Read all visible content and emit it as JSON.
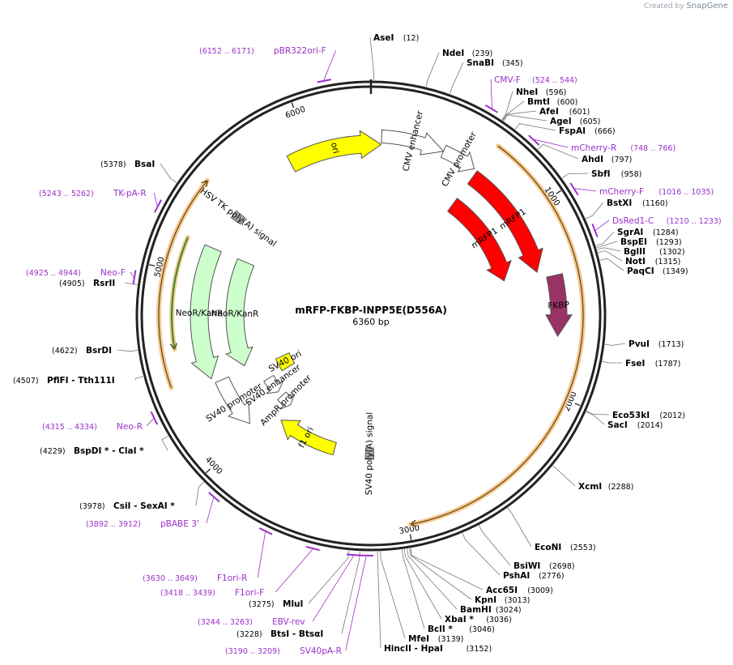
{
  "credit": {
    "prefix": "Created by",
    "brand": "SnapGene"
  },
  "plasmid": {
    "name": "mRFP-FKBP-INPP5E(D556A)",
    "length_label": "6360 bp",
    "length": 6360
  },
  "ticks": [
    {
      "bp": 1000,
      "label": "1000"
    },
    {
      "bp": 2000,
      "label": "2000"
    },
    {
      "bp": 3000,
      "label": "3000"
    },
    {
      "bp": 4000,
      "label": "4000"
    },
    {
      "bp": 5000,
      "label": "5000"
    },
    {
      "bp": 6000,
      "label": "6000"
    }
  ],
  "sites": [
    {
      "name": "AseI",
      "pos": "(12)",
      "bp": 12
    },
    {
      "name": "NdeI",
      "pos": "(239)",
      "bp": 239
    },
    {
      "name": "SnaBI",
      "pos": "(345)",
      "bp": 345
    },
    {
      "name": "NheI",
      "pos": "(596)",
      "bp": 596
    },
    {
      "name": "BmtI",
      "pos": "(600)",
      "bp": 600
    },
    {
      "name": "AfeI",
      "pos": "(601)",
      "bp": 601
    },
    {
      "name": "AgeI",
      "pos": "(605)",
      "bp": 605
    },
    {
      "name": "FspAI",
      "pos": "(666)",
      "bp": 666
    },
    {
      "name": "AhdI",
      "pos": "(797)",
      "bp": 797
    },
    {
      "name": "SbfI",
      "pos": "(958)",
      "bp": 958
    },
    {
      "name": "BstXI",
      "pos": "(1160)",
      "bp": 1160
    },
    {
      "name": "SgrAI",
      "pos": "(1284)",
      "bp": 1284
    },
    {
      "name": "BspEI",
      "pos": "(1293)",
      "bp": 1293
    },
    {
      "name": "BglII",
      "pos": "(1302)",
      "bp": 1302
    },
    {
      "name": "NotI",
      "pos": "(1315)",
      "bp": 1315
    },
    {
      "name": "PaqCI",
      "pos": "(1349)",
      "bp": 1349
    },
    {
      "name": "PvuI",
      "pos": "(1713)",
      "bp": 1713
    },
    {
      "name": "FseI",
      "pos": "(1787)",
      "bp": 1787
    },
    {
      "name": "Eco53kI",
      "pos": "(2012)",
      "bp": 2012
    },
    {
      "name": "SacI",
      "pos": "(2014)",
      "bp": 2014
    },
    {
      "name": "XcmI",
      "pos": "(2288)",
      "bp": 2288
    },
    {
      "name": "EcoNI",
      "pos": "(2553)",
      "bp": 2553
    },
    {
      "name": "BsiWI",
      "pos": "(2698)",
      "bp": 2698
    },
    {
      "name": "PshAI",
      "pos": "(2776)",
      "bp": 2776
    },
    {
      "name": "Acc65I",
      "pos": "(3009)",
      "bp": 3009
    },
    {
      "name": "KpnI",
      "pos": "(3013)",
      "bp": 3013
    },
    {
      "name": "BamHI",
      "pos": "(3024)",
      "bp": 3024
    },
    {
      "name": "XbaI *",
      "pos": "(3036)",
      "bp": 3036
    },
    {
      "name": "BclI *",
      "pos": "(3046)",
      "bp": 3046
    },
    {
      "name": "MfeI",
      "pos": "(3139)",
      "bp": 3139
    },
    {
      "name": "HincII - HpaI",
      "pos": "(3152)",
      "bp": 3152
    },
    {
      "name": "BtsI - BtsαI",
      "pos": "(3228)",
      "bp": 3228
    },
    {
      "name": "MluI",
      "pos": "(3275)",
      "bp": 3275
    },
    {
      "name": "CsiI - SexAI *",
      "pos": "(3978)",
      "bp": 3978
    },
    {
      "name": "BspDI * - ClaI *",
      "pos": "(4229)",
      "bp": 4229
    },
    {
      "name": "PflFI - Tth111I",
      "pos": "(4507)",
      "bp": 4507
    },
    {
      "name": "BsrDI",
      "pos": "(4622)",
      "bp": 4622
    },
    {
      "name": "RsrII",
      "pos": "(4905)",
      "bp": 4905
    },
    {
      "name": "BsaI",
      "pos": "(5378)",
      "bp": 5378
    }
  ],
  "primers": [
    {
      "name": "pBR322ori-F",
      "pos": "(6152 .. 6171)",
      "bp": 6161
    },
    {
      "name": "CMV-F",
      "pos": "(524 .. 544)",
      "bp": 534
    },
    {
      "name": "mCherry-R",
      "pos": "(748 .. 766)",
      "bp": 757
    },
    {
      "name": "mCherry-F",
      "pos": "(1016 .. 1035)",
      "bp": 1025
    },
    {
      "name": "DsRed1-C",
      "pos": "(1210 .. 1233)",
      "bp": 1221
    },
    {
      "name": "TK-pA-R",
      "pos": "(5243 .. 5262)",
      "bp": 5252
    },
    {
      "name": "Neo-F",
      "pos": "(4925 .. 4944)",
      "bp": 4934
    },
    {
      "name": "Neo-R",
      "pos": "(4315 .. 4334)",
      "bp": 4324
    },
    {
      "name": "pBABE 3'",
      "pos": "(3892 .. 3912)",
      "bp": 3902
    },
    {
      "name": "F1ori-R",
      "pos": "(3630 .. 3649)",
      "bp": 3640
    },
    {
      "name": "F1ori-F",
      "pos": "(3418 .. 3439)",
      "bp": 3428
    },
    {
      "name": "EBV-rev",
      "pos": "(3244 .. 3263)",
      "bp": 3253
    },
    {
      "name": "SV40pA-R",
      "pos": "(3190 .. 3209)",
      "bp": 3200
    }
  ],
  "features": [
    {
      "name": "ori",
      "color": "#ffff00",
      "start": 5870,
      "end": 6420
    },
    {
      "name": "CMV enhancer",
      "color": "#ffffff",
      "start": 60,
      "end": 420
    },
    {
      "name": "CMV promoter",
      "color": "#ffffff",
      "start": 420,
      "end": 620
    },
    {
      "name": "mRFP1",
      "color": "#ff0000",
      "start": 640,
      "end": 1330
    },
    {
      "name": "mRFP1",
      "color": "#ff0000",
      "start": 640,
      "end": 1330
    },
    {
      "name": "FKBP",
      "color": "#993366",
      "start": 1370,
      "end": 1700
    },
    {
      "name": "SV40 poly(A) signal",
      "color": "#a6acb3",
      "start": 3160,
      "end": 3220
    },
    {
      "name": "f1 ori",
      "color": "#ffff00",
      "start": 3450,
      "end": 3900
    },
    {
      "name": "AmpR promoter",
      "color": "#ffffff",
      "start": 3925,
      "end": 4030
    },
    {
      "name": "SV40 promoter",
      "color": "#ffffff",
      "start": 4035,
      "end": 4360
    },
    {
      "name": "SV40 enhancer",
      "color": "#ffffff",
      "start": 4075,
      "end": 4215
    },
    {
      "name": "SV40 ori",
      "color": "#ffff00",
      "start": 4210,
      "end": 4340
    },
    {
      "name": "NeoR/KanR",
      "color": "#ccffcc",
      "start": 4390,
      "end": 5180
    },
    {
      "name": "NeoR/KanR",
      "color": "#ccffcc",
      "start": 4390,
      "end": 5180
    },
    {
      "name": "HSV TK poly(A) signal",
      "color": "#a6acb3",
      "start": 5390,
      "end": 5440
    }
  ]
}
